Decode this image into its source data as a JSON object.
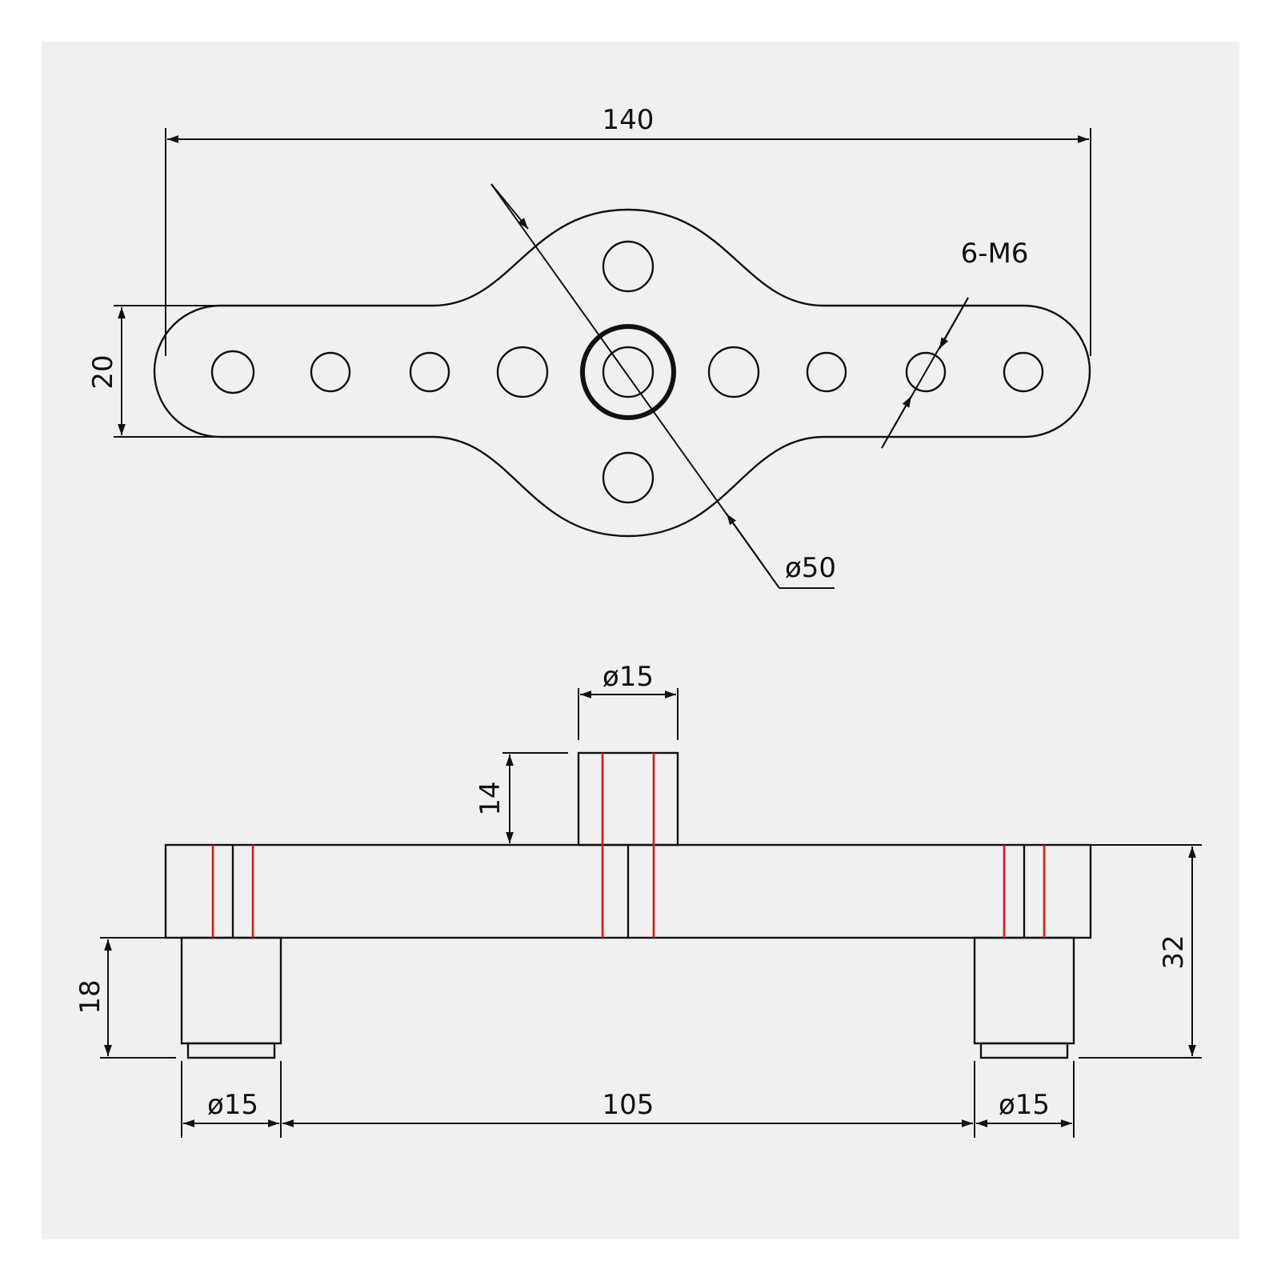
{
  "colors": {
    "background": "#ffffff",
    "sheet": "#f0f0f0",
    "line": "#111111",
    "hidden_line": "#e0141c"
  },
  "top_view": {
    "dim_overall_length": "140",
    "dim_arm_width": "20",
    "callout_holes": "6-M6",
    "callout_hub_diameter": "ø50"
  },
  "side_view": {
    "dim_top_boss_diameter": "ø15",
    "dim_top_boss_height": "14",
    "dim_total_height": "32",
    "dim_leg_height": "18",
    "dim_left_leg_diameter": "ø15",
    "dim_leg_spacing": "105",
    "dim_right_leg_diameter": "ø15"
  }
}
